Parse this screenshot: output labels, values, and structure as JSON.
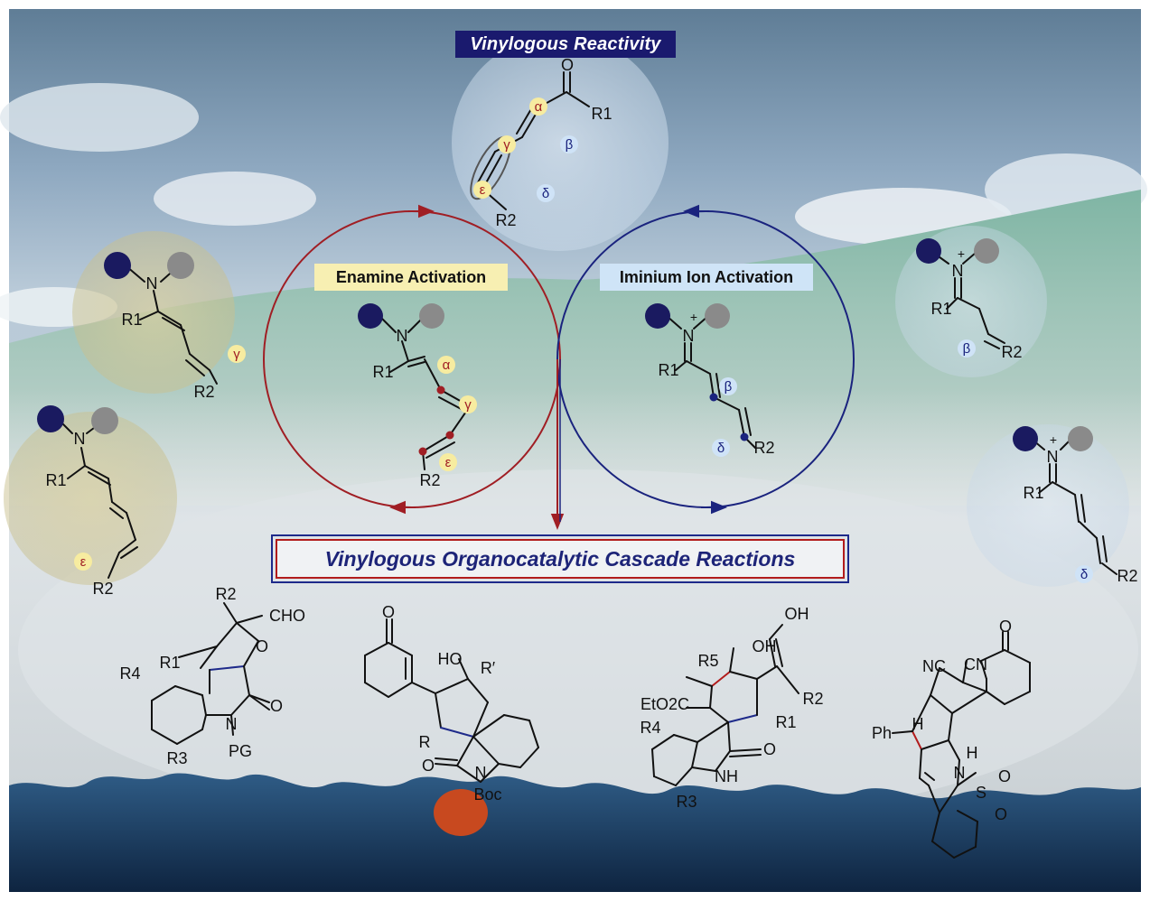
{
  "header": {
    "title": "Vinylogous Reactivity"
  },
  "activation": {
    "enamine": "Enamine Activation",
    "iminium": "Iminium Ion Activation"
  },
  "cascade": {
    "title": "Vinylogous Organocatalytic Cascade Reactions"
  },
  "greek": {
    "alpha": "α",
    "beta": "β",
    "gamma": "γ",
    "delta": "δ",
    "epsilon": "ε"
  },
  "atoms": {
    "N": "N",
    "O": "O",
    "R1": "R1",
    "R2": "R2",
    "R3": "R3",
    "R4": "R4",
    "R5": "R5",
    "Rp": "R′",
    "R": "R",
    "plus": "+",
    "CHO": "CHO",
    "PG": "PG",
    "Boc": "Boc",
    "HO": "HO",
    "OH": "OH",
    "EtO2C": "EtO2C",
    "NH": "NH",
    "H": "H",
    "NC": "NC",
    "CN": "CN",
    "Ph": "Ph",
    "S": "S"
  },
  "colors": {
    "enamine_cycle": "#a01e24",
    "iminium_cycle": "#1a237e",
    "catalyst_dark": "#1a1a60",
    "catalyst_grey": "#8a8a8a",
    "label_yellow": "#f7eca0",
    "label_blue": "#cfe3f7"
  }
}
